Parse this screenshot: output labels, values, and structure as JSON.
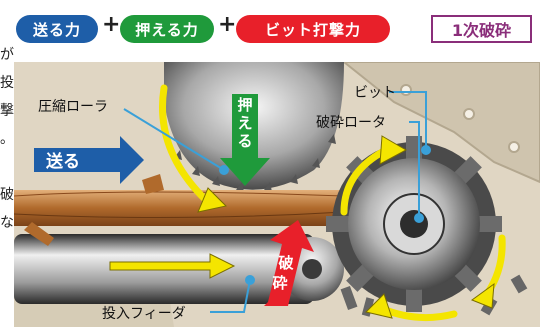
{
  "left_column": [
    "が",
    "投",
    "撃",
    "。",
    "破",
    "な"
  ],
  "header": {
    "force1": "送る力",
    "force2": "押える力",
    "force3": "ビット打撃力",
    "plus": "+",
    "stage": "1次破砕"
  },
  "labels": {
    "pressure_roller": "圧縮ローラ",
    "bit": "ビット",
    "crusher_rotor": "破砕ロータ",
    "infeed_feeder": "投入フィーダ"
  },
  "arrows": {
    "send": "送る",
    "press": "押える",
    "crush": "破砕"
  },
  "colors": {
    "blue": "#1e5ea8",
    "green": "#1f9a3b",
    "red": "#e8202a",
    "purple": "#8a2e7a",
    "yellow": "#f4e500",
    "leader": "#3aa0d8"
  }
}
